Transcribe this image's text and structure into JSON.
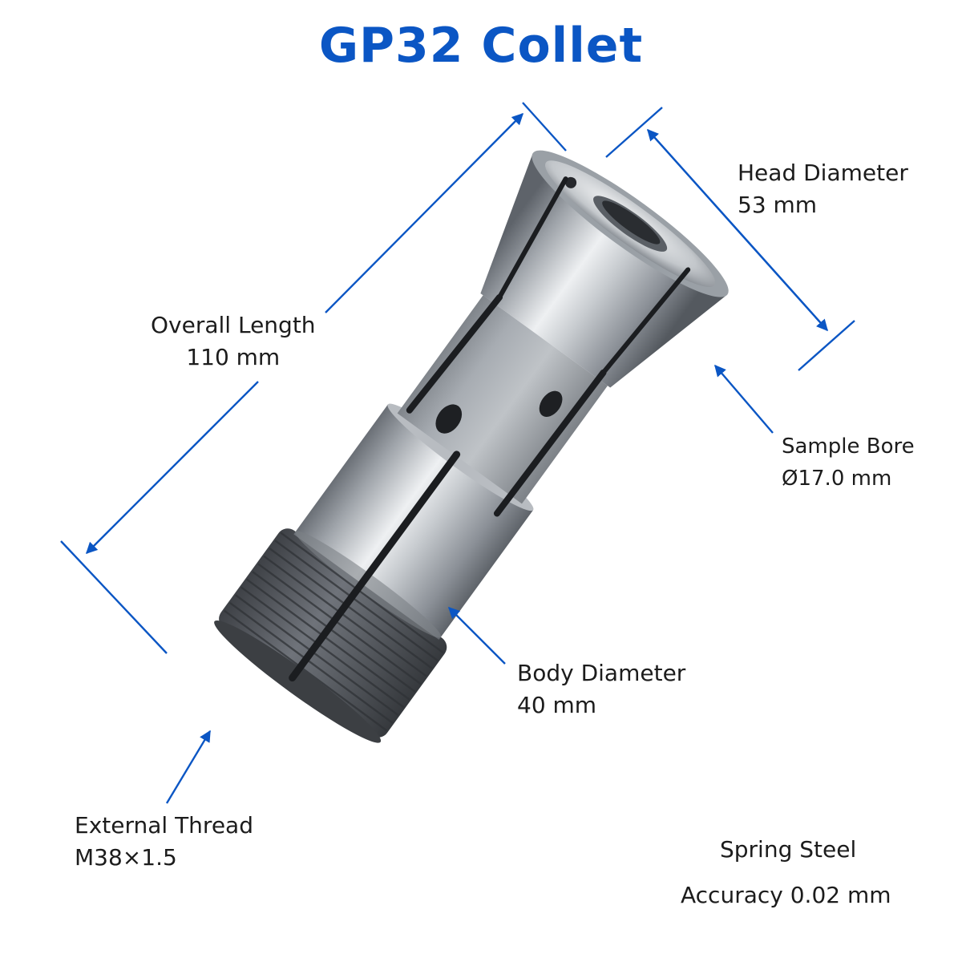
{
  "title": "GP32 Collet",
  "colors": {
    "accent": "#0b56c4",
    "steel_light": "#e6e9ec",
    "steel_mid": "#a9aeb4",
    "steel_dark": "#5d6268",
    "thread": "#55595e",
    "slot": "#1c1e21"
  },
  "annotations": {
    "overall_length": {
      "label": "Overall Length",
      "value": "110 mm"
    },
    "head_diameter": {
      "label": "Head Diameter",
      "value": "53 mm"
    },
    "sample_bore": {
      "label": "Sample Bore",
      "value": "Ø17.0 mm"
    },
    "body_diameter": {
      "label": "Body Diameter",
      "value": "40 mm"
    },
    "external_thread": {
      "label": "External Thread",
      "value": "M38×1.5"
    }
  },
  "material": "Spring Steel",
  "accuracy": "Accuracy 0.02 mm"
}
